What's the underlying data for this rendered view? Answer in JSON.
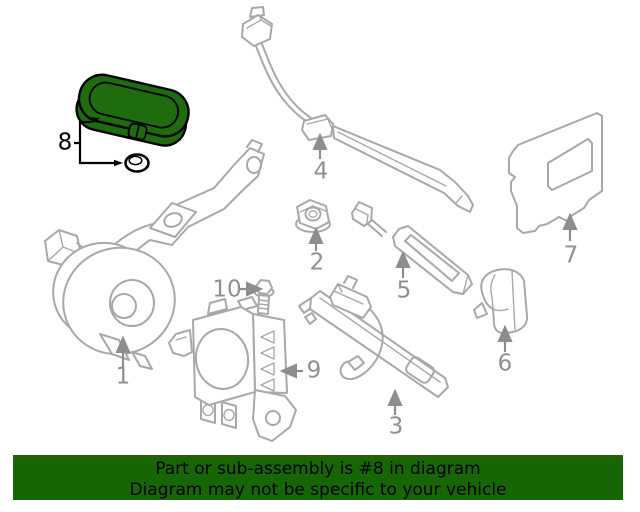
{
  "diagram": {
    "callouts": {
      "c1": "1",
      "c2": "2",
      "c3": "3",
      "c4": "4",
      "c5": "5",
      "c6": "6",
      "c7": "7",
      "c8": "8",
      "c9": "9",
      "c10": "10"
    },
    "highlighted_callout": "8",
    "colors": {
      "highlight_green": "#1f6c0f",
      "line_art_gray": "#a8a8a8",
      "callout_gray": "#8f8f8f",
      "callout_black": "#000000",
      "banner_green": "#176606",
      "banner_border_green": "#2e5c06",
      "banner_text": "#000000"
    }
  },
  "banner": {
    "line1": "Part or sub-assembly is #8 in diagram",
    "line2": "Diagram may not be specific to your vehicle"
  }
}
